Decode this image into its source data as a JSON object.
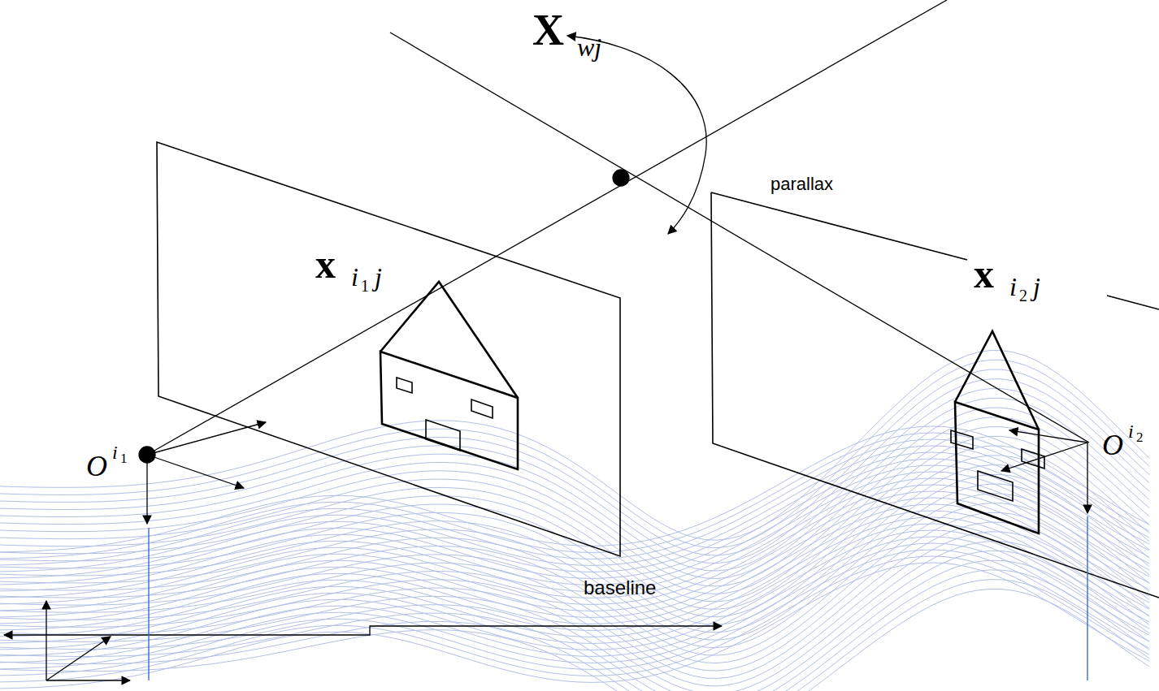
{
  "diagram": {
    "labels": [
      "X",
      "wj",
      "parallax",
      "x",
      "i",
      "1",
      "j",
      "x",
      "i",
      "2",
      "j",
      "O",
      "i",
      "1",
      "O",
      "i",
      "2",
      "baseline"
    ]
  }
}
